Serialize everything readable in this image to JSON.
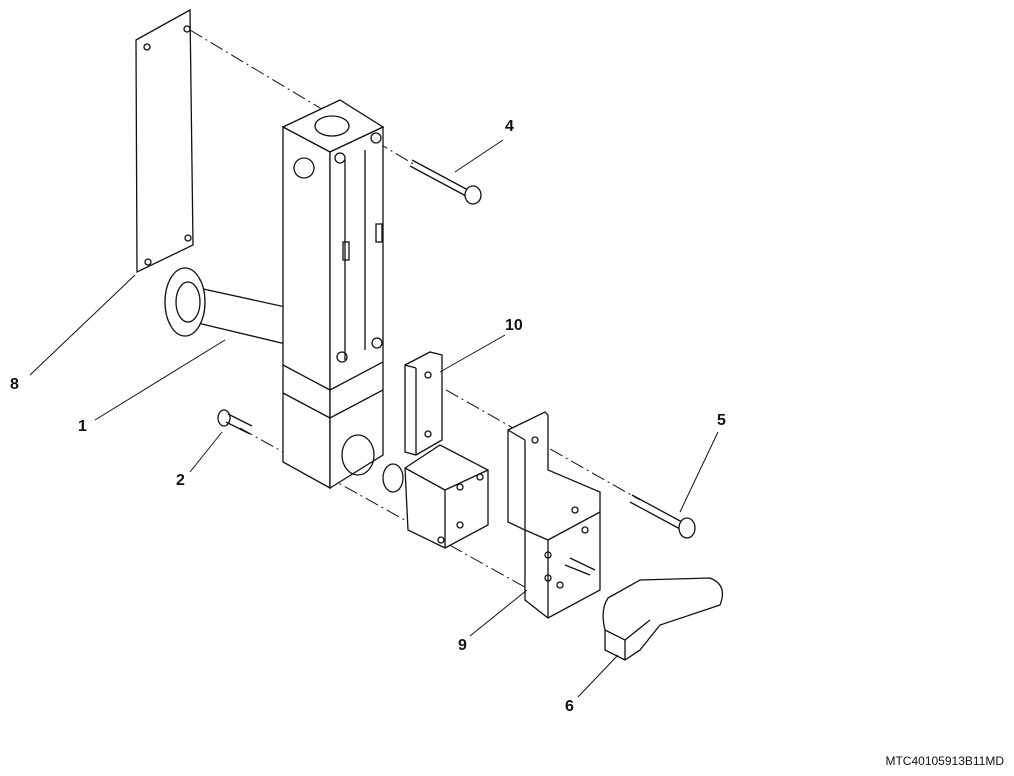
{
  "callouts": {
    "c1": "1",
    "c2": "2",
    "c4": "4",
    "c5": "5",
    "c6": "6",
    "c8": "8",
    "c9": "9",
    "c10": "10"
  },
  "drawing_code": "MTC40105913B11MD"
}
